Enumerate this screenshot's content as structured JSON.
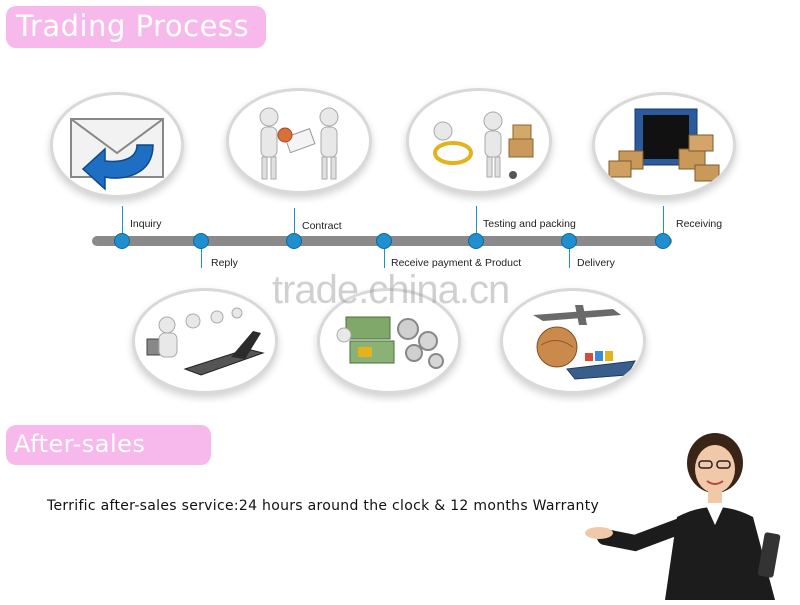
{
  "header": {
    "title": "Trading Process"
  },
  "steps_top": [
    {
      "label": "Inquiry",
      "icon": "envelope-reply-icon"
    },
    {
      "label": "Contract",
      "icon": "handshake-contract-icon"
    },
    {
      "label": "Testing and packing",
      "icon": "inspection-cart-icon"
    },
    {
      "label": "Receiving",
      "icon": "container-boxes-icon"
    }
  ],
  "steps_bottom": [
    {
      "label": "Reply",
      "icon": "call-center-icon"
    },
    {
      "label": "Receive payment & Product",
      "icon": "money-gears-icon"
    },
    {
      "label": "Delivery",
      "icon": "globe-plane-ship-icon"
    }
  ],
  "watermark": "trade.china.cn",
  "after_sales": {
    "title": "After-sales serives",
    "description": "Terrific after-sales service:24 hours around the clock & 12 months Warranty"
  },
  "colors": {
    "banner": "#f7b9ec",
    "timeline": "#8a8a8a",
    "dot": "#1f8fd0"
  }
}
